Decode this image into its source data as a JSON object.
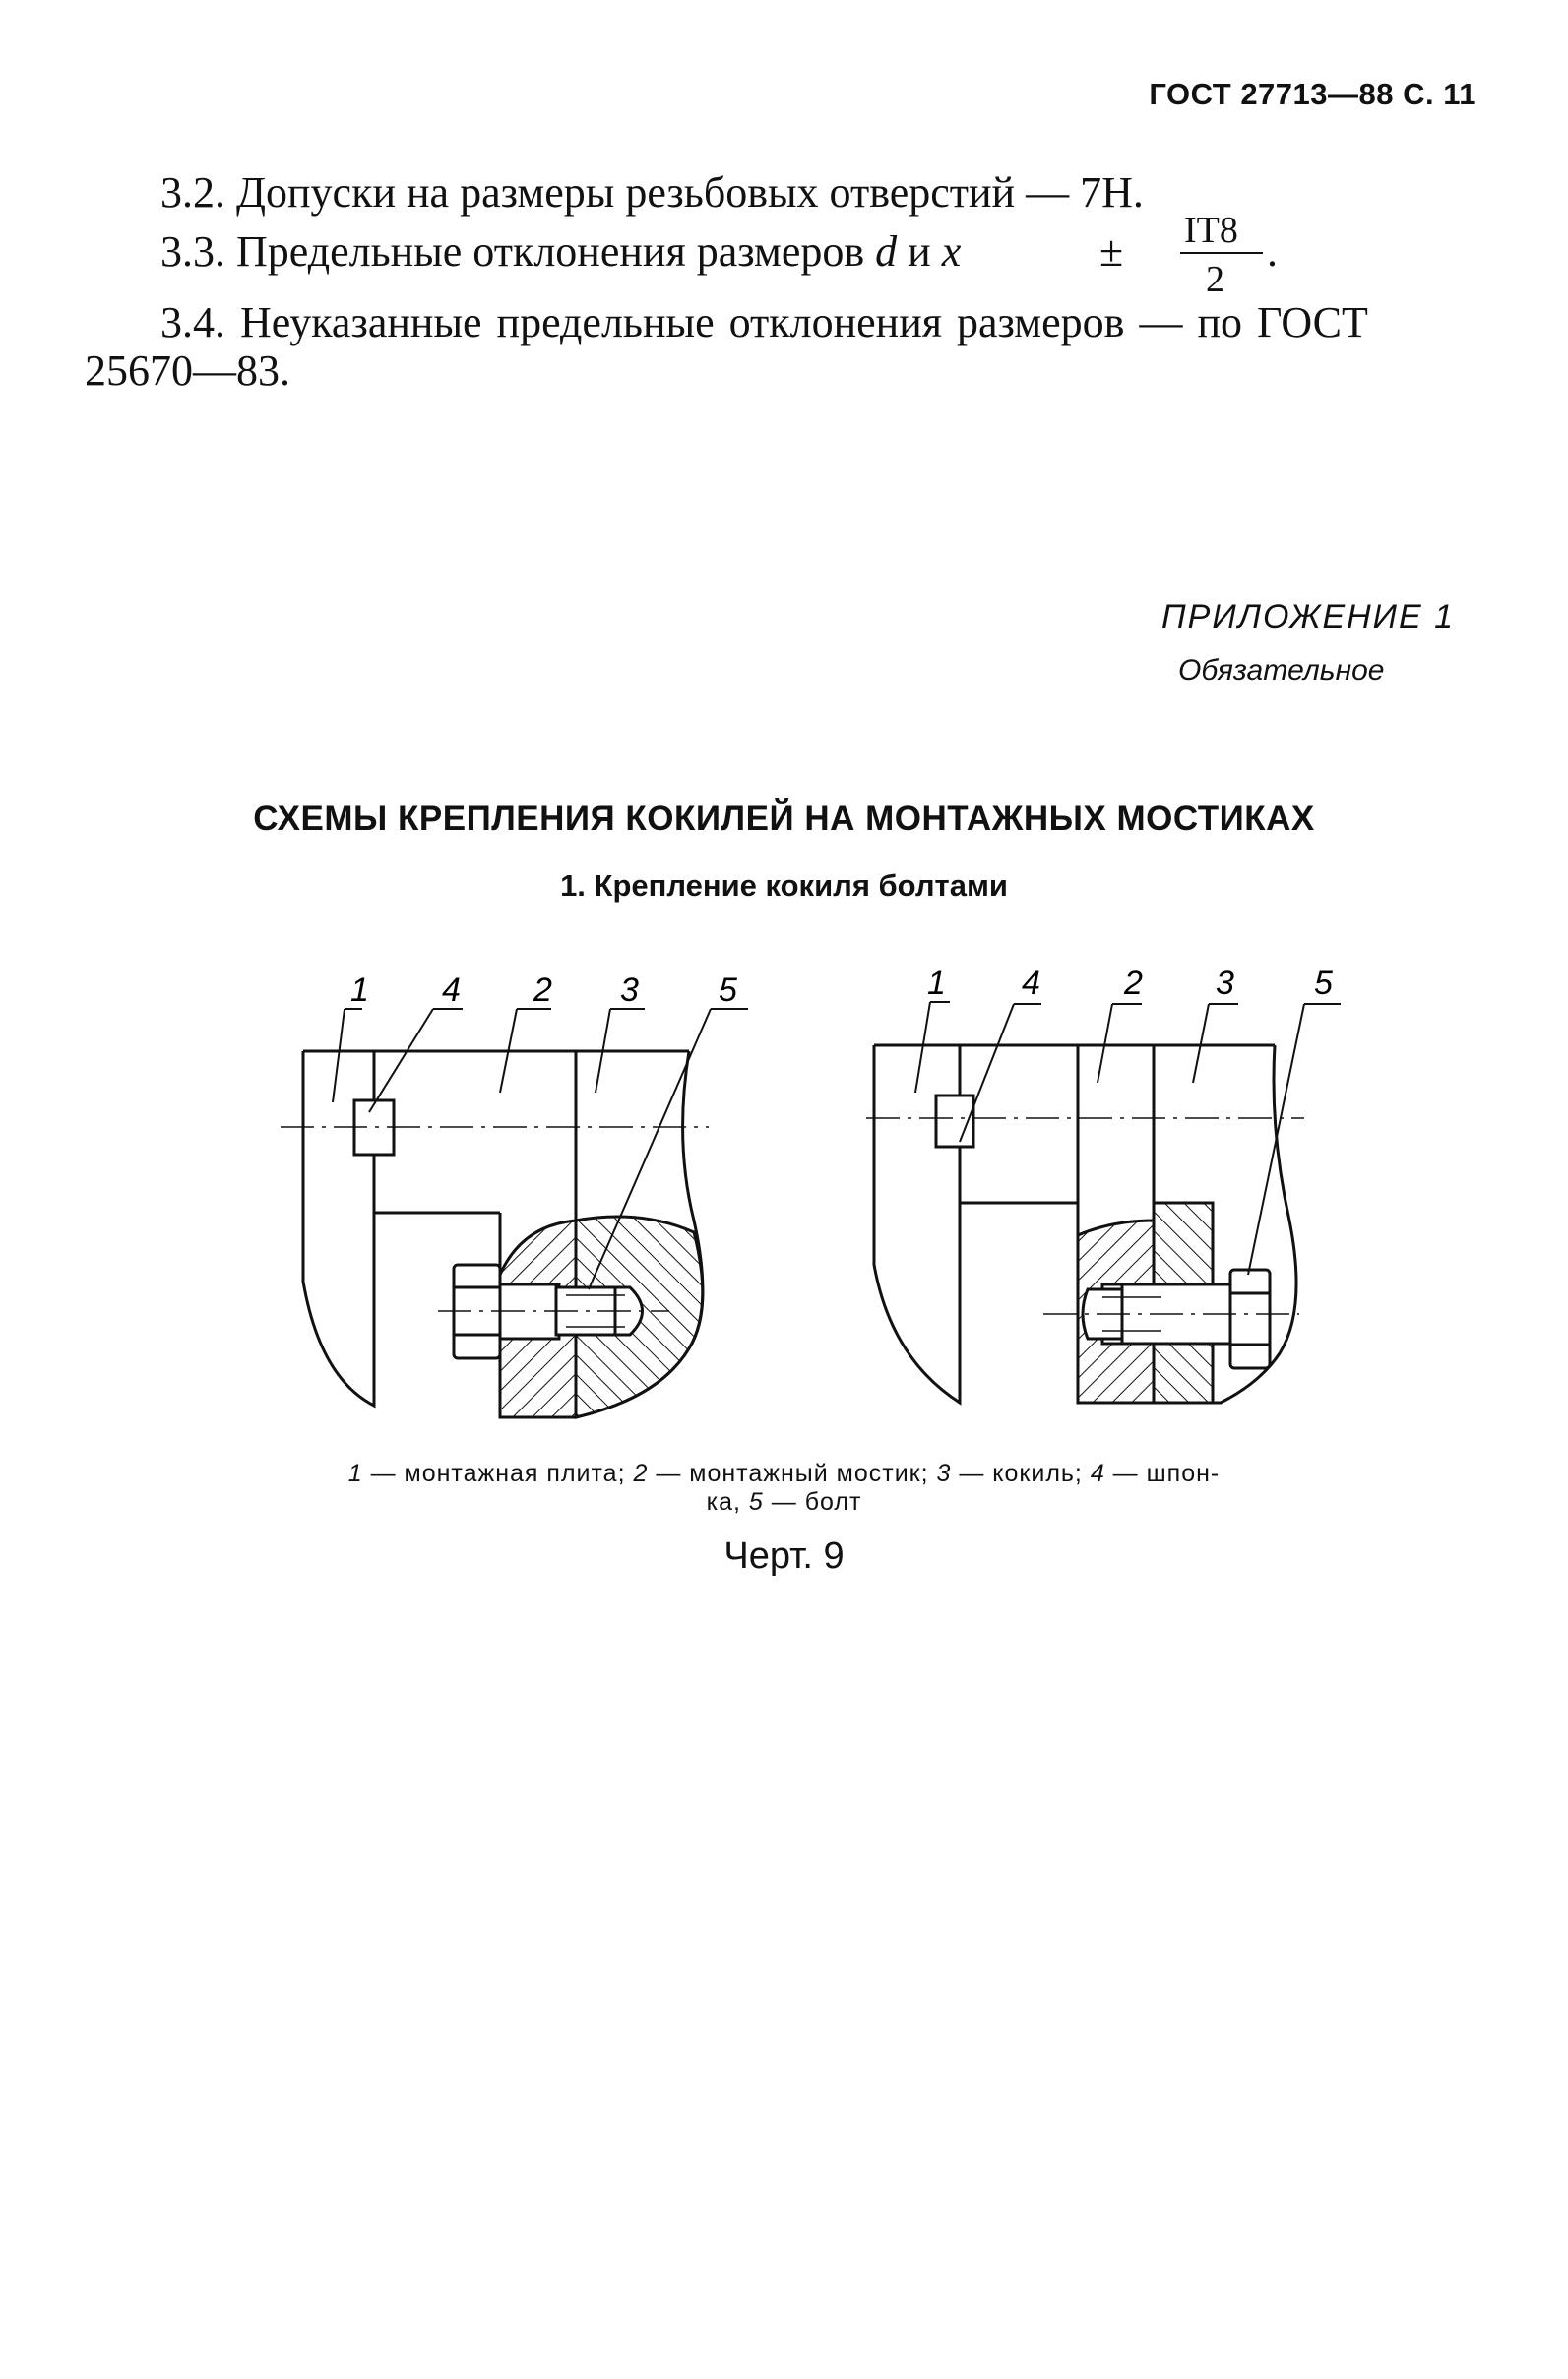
{
  "header": {
    "text": "ГОСТ 27713—88 С. 11"
  },
  "clauses": {
    "c32": "3.2. Допуски на размеры резьбовых отверстий — 7Н.",
    "c33_prefix": "3.3. Предельные отклонения размеров",
    "c33_d": "d",
    "c33_and": "и",
    "c33_x": "x",
    "c33_pm": "±",
    "c33_num": "IT8",
    "c33_den": "2",
    "c33_end": ".",
    "c34_line1": "3.4. Неуказанные предельные отклонения размеров — по ГОСТ",
    "c34_line2": "25670—83."
  },
  "appendix": {
    "label": "ПРИЛОЖЕНИЕ 1",
    "status": "Обязательное"
  },
  "section_title": "СХЕМЫ КРЕПЛЕНИЯ КОКИЛЕЙ НА МОНТАЖНЫХ МОСТИКАХ",
  "subsection_title": "1. Крепление кокиля болтами",
  "figure": {
    "left_labels": [
      "1",
      "4",
      "2",
      "3",
      "5"
    ],
    "right_labels": [
      "1",
      "4",
      "2",
      "3",
      "5"
    ]
  },
  "legend": {
    "line1": [
      {
        "n": "1",
        "t": " — монтажная плита; "
      },
      {
        "n": "2",
        "t": " — монтажный мостик; "
      },
      {
        "n": "3",
        "t": " — кокиль; "
      },
      {
        "n": "4",
        "t": " — шпон-"
      }
    ],
    "line2": [
      {
        "n": "",
        "t": "ка, "
      },
      {
        "n": "5",
        "t": " — болт"
      }
    ]
  },
  "figure_caption": "Черт. 9"
}
